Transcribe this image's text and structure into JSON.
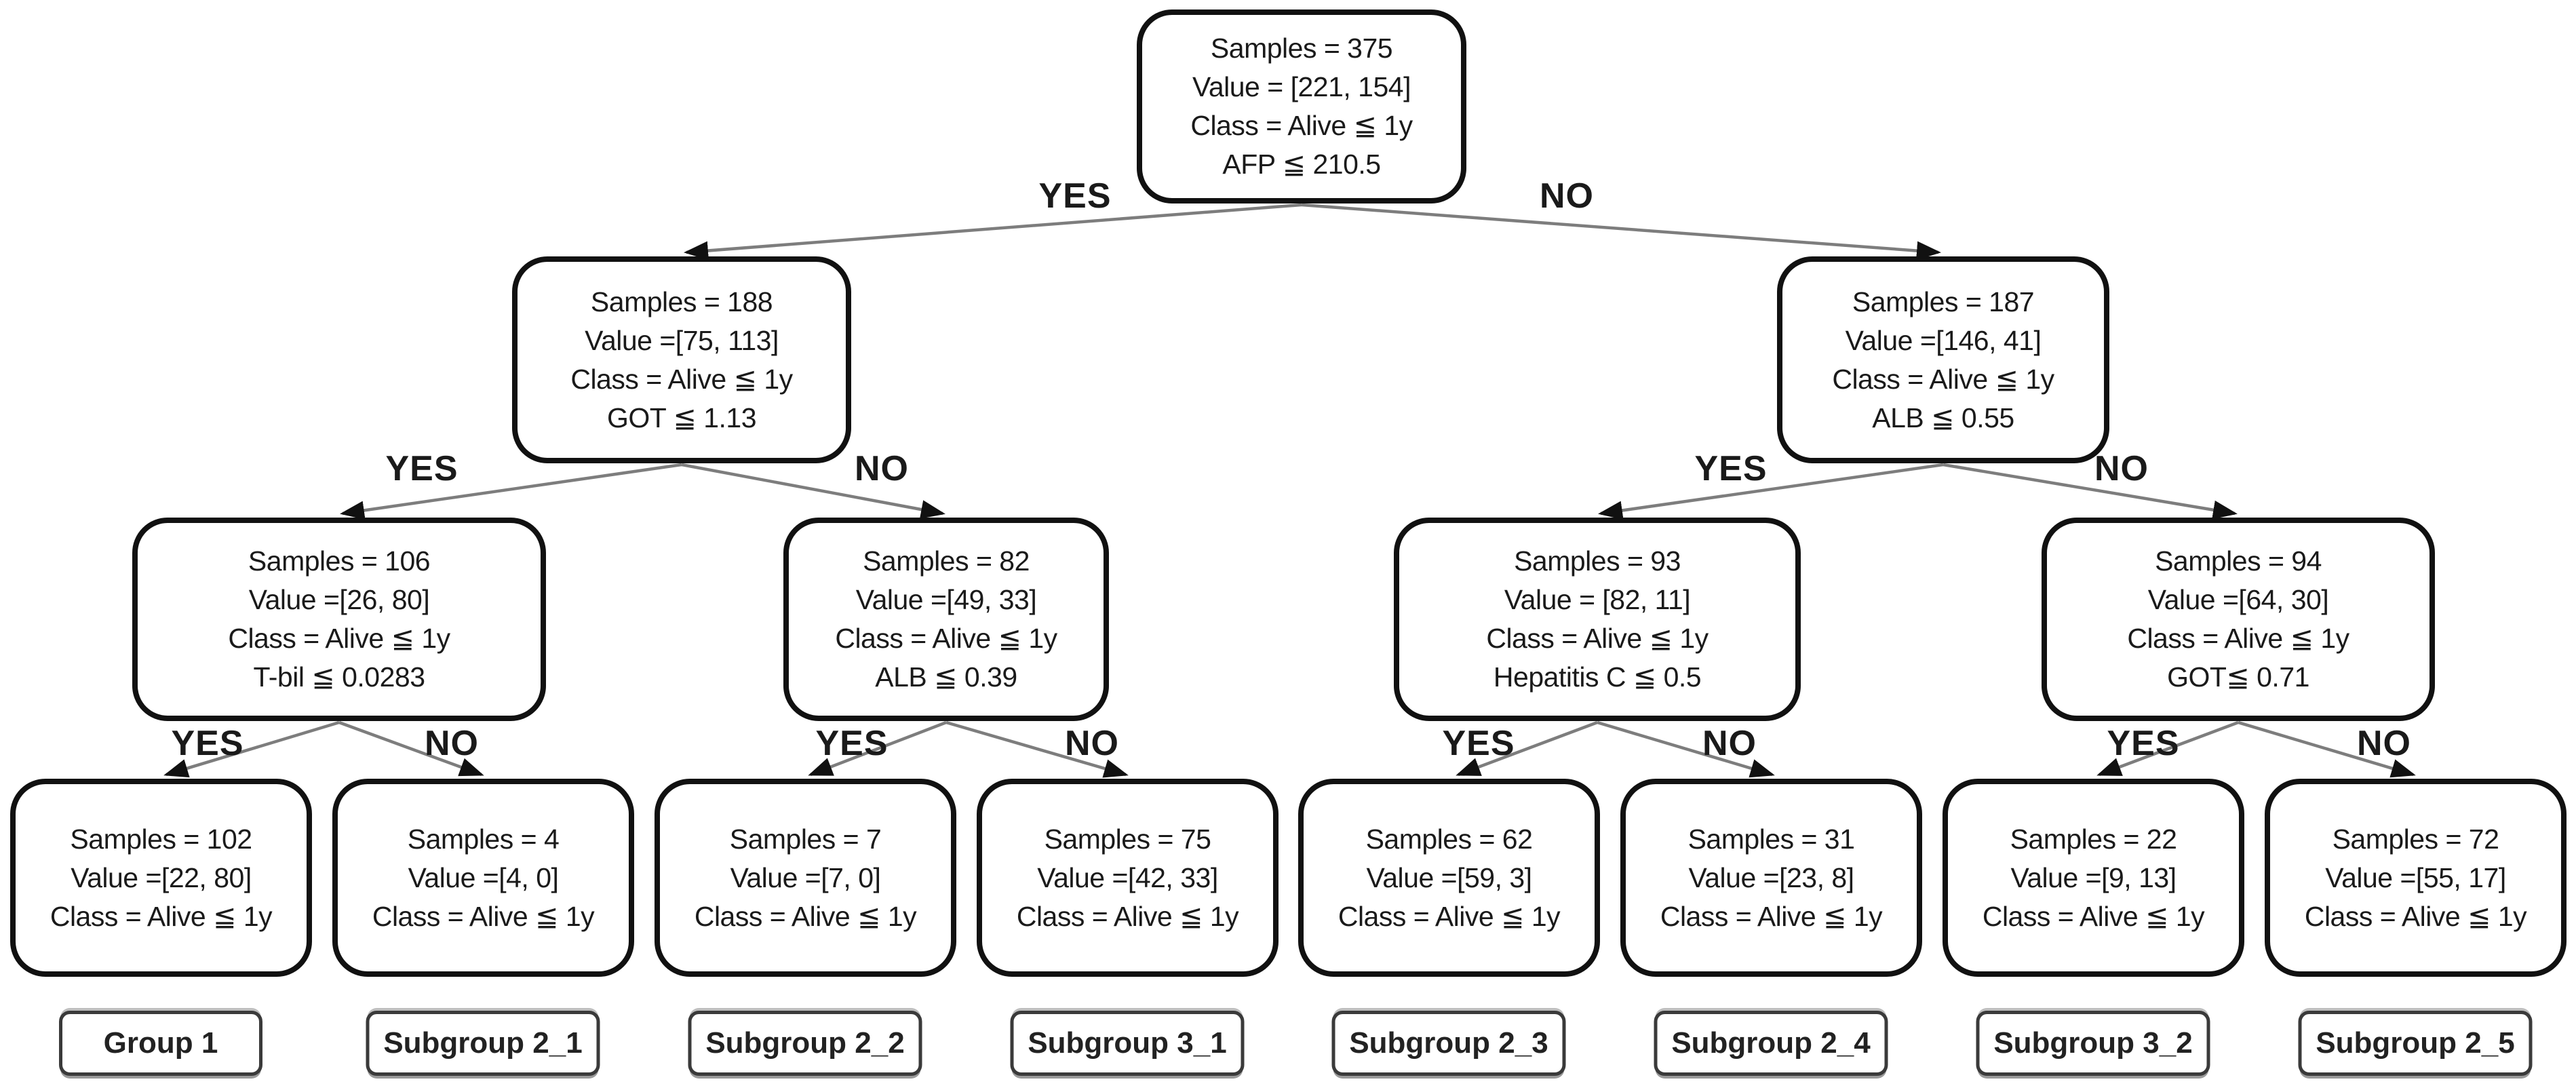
{
  "diagram": {
    "type": "decision-tree",
    "branch_labels": {
      "yes": "YES",
      "no": "NO"
    },
    "nodes": {
      "root": {
        "lines": [
          "Samples = 375",
          "Value = [221, 154]",
          "Class = Alive ≦ 1y",
          "AFP ≦ 210.5"
        ]
      },
      "l2_left": {
        "lines": [
          "Samples = 188",
          "Value =[75, 113]",
          "Class = Alive ≦ 1y",
          "GOT ≦ 1.13"
        ]
      },
      "l2_right": {
        "lines": [
          "Samples = 187",
          "Value =[146, 41]",
          "Class = Alive ≦ 1y",
          "ALB ≦ 0.55"
        ]
      },
      "l3_1": {
        "lines": [
          "Samples = 106",
          "Value =[26, 80]",
          "Class = Alive ≦ 1y",
          "T-bil ≦ 0.0283"
        ]
      },
      "l3_2": {
        "lines": [
          "Samples = 82",
          "Value =[49, 33]",
          "Class = Alive ≦ 1y",
          "ALB ≦ 0.39"
        ]
      },
      "l3_3": {
        "lines": [
          "Samples = 93",
          "Value = [82, 11]",
          "Class = Alive ≦ 1y",
          "Hepatitis C ≦ 0.5"
        ]
      },
      "l3_4": {
        "lines": [
          "Samples = 94",
          "Value =[64, 30]",
          "Class = Alive ≦ 1y",
          "GOT≦ 0.71"
        ]
      },
      "leaf_1": {
        "lines": [
          "Samples = 102",
          "Value =[22, 80]",
          "Class = Alive ≦ 1y"
        ]
      },
      "leaf_2": {
        "lines": [
          "Samples = 4",
          "Value =[4, 0]",
          "Class = Alive ≦ 1y"
        ]
      },
      "leaf_3": {
        "lines": [
          "Samples = 7",
          "Value =[7, 0]",
          "Class = Alive ≦ 1y"
        ]
      },
      "leaf_4": {
        "lines": [
          "Samples = 75",
          "Value =[42, 33]",
          "Class = Alive ≦ 1y"
        ]
      },
      "leaf_5": {
        "lines": [
          "Samples = 62",
          "Value =[59, 3]",
          "Class = Alive ≦ 1y"
        ]
      },
      "leaf_6": {
        "lines": [
          "Samples = 31",
          "Value =[23, 8]",
          "Class = Alive ≦ 1y"
        ]
      },
      "leaf_7": {
        "lines": [
          "Samples = 22",
          "Value =[9, 13]",
          "Class = Alive ≦ 1y"
        ]
      },
      "leaf_8": {
        "lines": [
          "Samples = 72",
          "Value =[55, 17]",
          "Class = Alive ≦ 1y"
        ]
      }
    },
    "group_labels": [
      "Group 1",
      "Subgroup 2_1",
      "Subgroup 2_2",
      "Subgroup 3_1",
      "Subgroup 2_3",
      "Subgroup 2_4",
      "Subgroup 3_2",
      "Subgroup 2_5"
    ],
    "colors": {
      "background": "#ffffff",
      "node_border": "#111111",
      "edge_line": "#7d7d7d",
      "arrowhead": "#111111",
      "text": "#1a1a1a"
    }
  }
}
